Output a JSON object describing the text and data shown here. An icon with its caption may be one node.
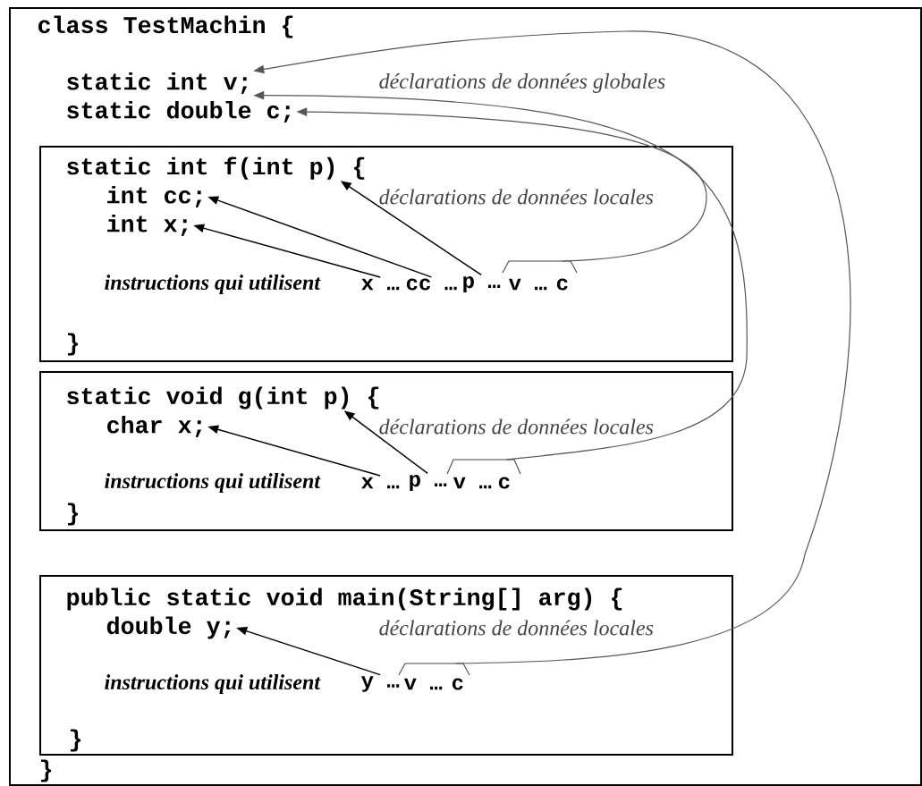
{
  "diagram": {
    "nodes": [
      {
        "text": [],
        "shape": "box"
      },
      {
        "text": [
          "class TestMachin {"
        ],
        "in": 0
      },
      {
        "text": [
          "static int v;"
        ],
        "in": 0
      },
      {
        "text": [
          "static double c;"
        ],
        "in": 0
      },
      {
        "text": [],
        "shape": "box",
        "in": 0
      },
      {
        "text": [
          "static int f(int p) {"
        ],
        "in": 4
      },
      {
        "text": [
          "int cc;"
        ],
        "in": 4
      },
      {
        "text": [
          "int x;"
        ],
        "in": 4
      },
      {
        "text": [
          "x …"
        ],
        "in": 4
      },
      {
        "text": [
          "cc …"
        ],
        "in": 4
      },
      {
        "text": [
          "p …"
        ],
        "in": 4
      },
      {
        "text": [
          "v …"
        ],
        "in": 4
      },
      {
        "text": [
          "c"
        ],
        "in": 4
      },
      {
        "text": [],
        "shape": "bracket",
        "in": 4
      },
      {
        "text": [],
        "shape": "box",
        "in": 0
      },
      {
        "text": [
          "static void g(int p) {"
        ],
        "in": 14
      },
      {
        "text": [
          "char x;"
        ],
        "in": 14
      },
      {
        "text": [
          "x …"
        ],
        "in": 14
      },
      {
        "text": [
          "p …"
        ],
        "in": 14
      },
      {
        "text": [
          "v …"
        ],
        "in": 14
      },
      {
        "text": [
          "c"
        ],
        "in": 14
      },
      {
        "text": [],
        "shape": "bracket",
        "in": 14
      },
      {
        "text": [],
        "shape": "box",
        "in": 0
      },
      {
        "text": [
          "public static void main(String[] arg) {"
        ],
        "in": 22
      },
      {
        "text": [
          "double y;"
        ],
        "in": 22
      },
      {
        "text": [
          "y …"
        ],
        "in": 22
      },
      {
        "text": [
          "v …"
        ],
        "in": 22
      },
      {
        "text": [
          "c"
        ],
        "in": 22
      },
      {
        "text": [],
        "shape": "bracket",
        "in": 22
      }
    ],
    "edges": [
      {
        "from": 8,
        "to": 7,
        "arrow": "to"
      },
      {
        "from": 9,
        "to": 6,
        "arrow": "to"
      },
      {
        "from": 10,
        "to": 5,
        "arrow": "to"
      },
      {
        "from": 13,
        "to": 3,
        "arrow": "to",
        "color": "#555555"
      },
      {
        "from": 17,
        "to": 16,
        "arrow": "to"
      },
      {
        "from": 18,
        "to": 15,
        "arrow": "to"
      },
      {
        "from": 21,
        "to": 2,
        "arrow": "to",
        "color": "#555555"
      },
      {
        "from": 25,
        "to": 24,
        "arrow": "to"
      },
      {
        "from": 28,
        "to": 2,
        "arrow": "to",
        "color": "#555555"
      }
    ],
    "labels": [
      "déclarations de données globales",
      "déclarations de données locales",
      "instructions qui utilisent",
      "}",
      "déclarations de données locales",
      "instructions qui utilisent",
      "}",
      "déclarations de données locales",
      "instructions qui utilisent",
      "}",
      "}"
    ]
  }
}
